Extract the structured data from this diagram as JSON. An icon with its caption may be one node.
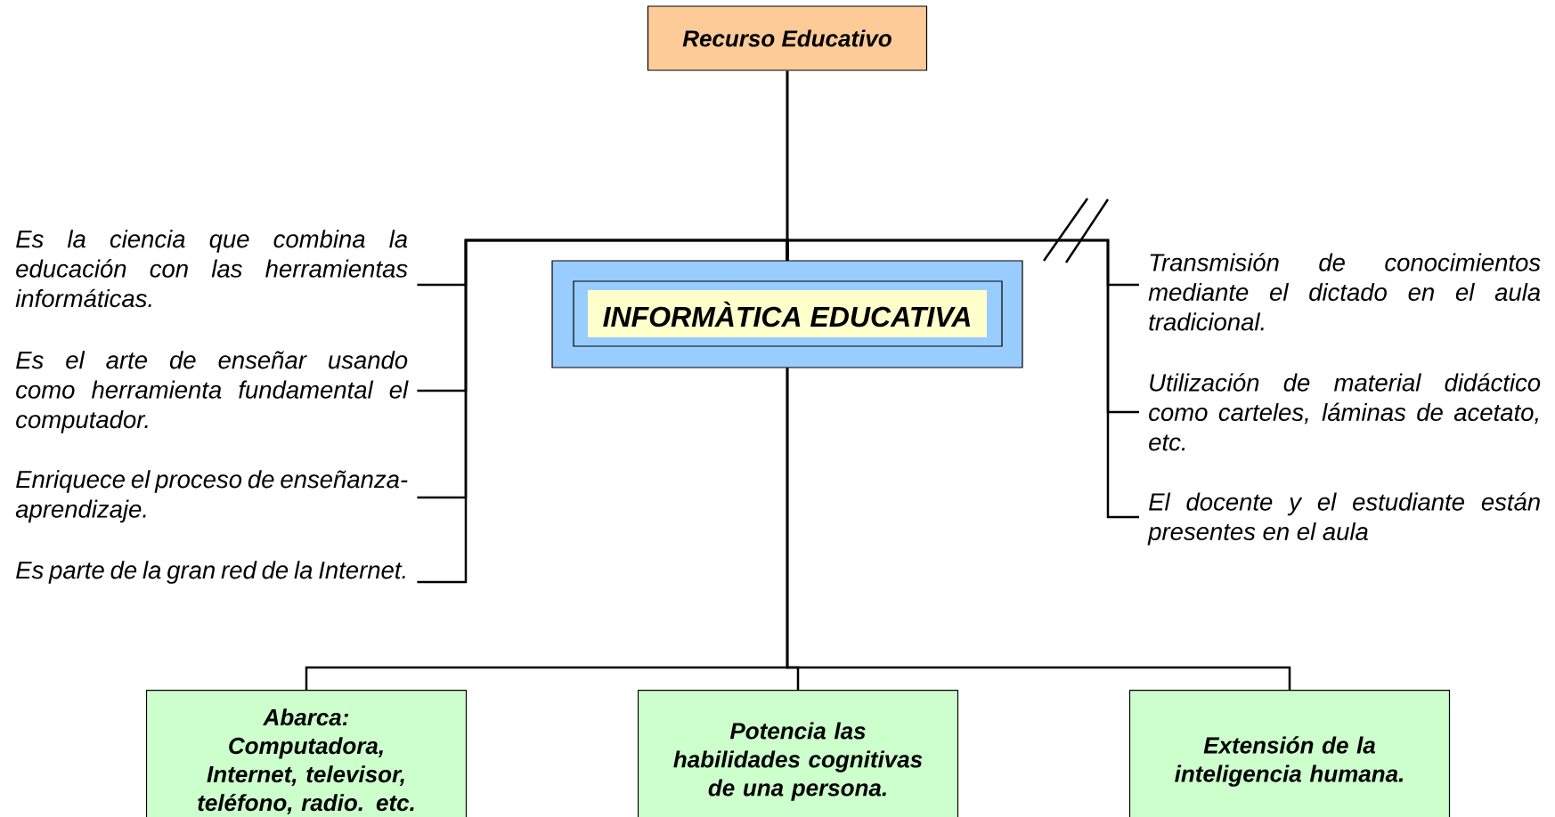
{
  "diagram": {
    "nodes": [
      {
        "text": [
          "Recurso Educativo"
        ]
      },
      {
        "text": [
          "INFORMÀTICA EDUCATIVA"
        ]
      },
      {
        "text": [
          "Es la ciencia que combina la educación con las herramientas informáticas."
        ]
      },
      {
        "text": [
          "Es el arte de enseñar usando como herramienta fundamental el computador."
        ]
      },
      {
        "text": [
          "Enriquece el proceso de enseñanza-aprendizaje."
        ]
      },
      {
        "text": [
          "Es parte de la gran red de la Internet."
        ]
      },
      {
        "text": [
          "Transmisión de conocimientos mediante el dictado en el aula tradicional."
        ]
      },
      {
        "text": [
          "Utilización de material didáctico como carteles, láminas de acetato, etc."
        ]
      },
      {
        "text": [
          "El docente y el estudiante están presentes en el aula"
        ]
      },
      {
        "text": [
          "Abarca:",
          "Computadora, Internet, televisor, teléfono, radio. etc."
        ]
      },
      {
        "text": [
          "Potencia las habilidades cognitivas de una persona."
        ]
      },
      {
        "text": [
          "Extensión de la inteligencia humana."
        ]
      }
    ],
    "edges": [
      {
        "from": 0,
        "to": 1,
        "arrow": "none"
      },
      {
        "from": 1,
        "to": 2,
        "arrow": "none"
      },
      {
        "from": 1,
        "to": 3,
        "arrow": "none"
      },
      {
        "from": 1,
        "to": 4,
        "arrow": "none"
      },
      {
        "from": 1,
        "to": 5,
        "arrow": "none"
      },
      {
        "from": 1,
        "to": 6,
        "arrow": "none"
      },
      {
        "from": 1,
        "to": 7,
        "arrow": "none"
      },
      {
        "from": 1,
        "to": 8,
        "arrow": "none"
      },
      {
        "from": 1,
        "to": 9,
        "arrow": "none"
      },
      {
        "from": 1,
        "to": 10,
        "arrow": "none"
      },
      {
        "from": 1,
        "to": 11,
        "arrow": "none"
      }
    ]
  }
}
